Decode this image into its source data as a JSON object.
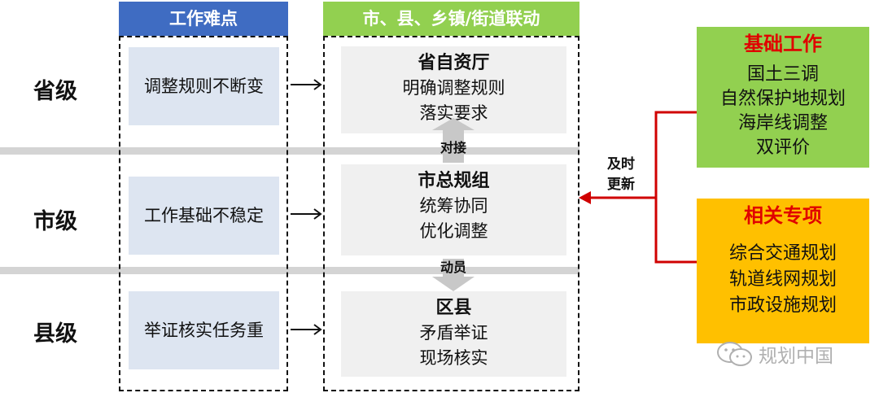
{
  "levels": [
    "省级",
    "市级",
    "县级"
  ],
  "headers": {
    "difficulties": "工作难点",
    "linkage": "市、县、乡镇/街道联动"
  },
  "difficulties": [
    "调整规则不断变",
    "工作基础不稳定",
    "举证核实任务重"
  ],
  "government": [
    {
      "title": "省自资厅",
      "lines": [
        "明确调整规则",
        "落实要求"
      ]
    },
    {
      "title": "市总规组",
      "lines": [
        "统筹协同",
        "优化调整"
      ]
    },
    {
      "title": "区县",
      "lines": [
        "矛盾举证",
        "现场核实"
      ]
    }
  ],
  "connectors": {
    "upper": "对接",
    "lower": "动员"
  },
  "update_label": [
    "及时",
    "更新"
  ],
  "basic_work": {
    "title": "基础工作",
    "items": [
      "国土三调",
      "自然保护地规划",
      "海岸线调整",
      "双评价"
    ]
  },
  "special_projects": {
    "title": "相关专项",
    "items": [
      "综合交通规划",
      "轨道线网规划",
      "市政设施规划"
    ]
  },
  "watermark": "规划中国",
  "colors": {
    "header_blue": "#3f6cc2",
    "header_green": "#92d050",
    "basic_work_bg": "#92d050",
    "special_projects_bg": "#ffc000",
    "accent_red": "#d00000",
    "difficulty_bg": "#dde5f1",
    "gov_bg": "#f0f0f0"
  }
}
